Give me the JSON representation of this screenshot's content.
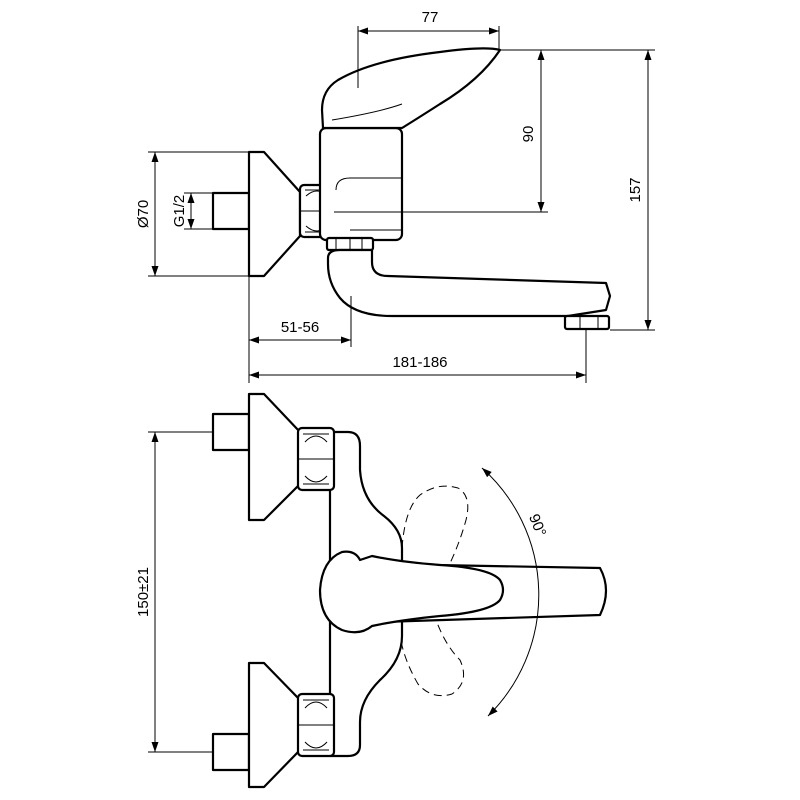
{
  "drawing": {
    "dimensions": {
      "handle_width": "77",
      "handle_height": "90",
      "total_height": "157",
      "rosette_diameter": "Ø70",
      "thread": "G1/2",
      "connection_depth": "51-56",
      "projection": "181-186",
      "centre_distance": "150±21",
      "rotation_angle": "90°"
    },
    "colors": {
      "line": "#000000",
      "background": "#ffffff"
    }
  }
}
